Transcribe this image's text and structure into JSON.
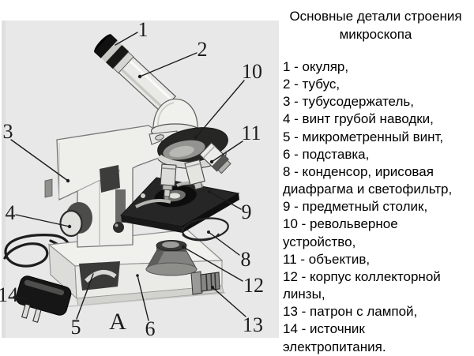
{
  "panel": {
    "title": "Основные детали строения микроскопа"
  },
  "legend": {
    "lines": [
      "1 - окуляр,",
      "2 - тубус,",
      "3 - тубусодержатель,",
      "4 - винт грубой наводки,",
      "5 - микрометренный винт,",
      "6 - подставка,",
      "8 - конденсор, ирисовая",
      "диафрагма и светофильтр,",
      "9 - предметный столик,",
      "10 - револьверное",
      "устройство,",
      "11 - объектив,",
      "12 - корпус коллекторной",
      "линзы,",
      "13 - патрон с лампой,",
      "14 - источник",
      "электропитания."
    ]
  },
  "diagram": {
    "figure_label": "А",
    "callouts": {
      "c1": "1",
      "c2": "2",
      "c3": "3",
      "c4": "4",
      "c5": "5",
      "c6": "6",
      "c8": "8",
      "c9": "9",
      "c10": "10",
      "c11": "11",
      "c12": "12",
      "c13": "13",
      "c14": "14"
    }
  },
  "colors": {
    "page_bg": "#ffffff",
    "figure_bg": "#e8e8e8",
    "ink": "#1c1c1c",
    "stage_dark": "#262626"
  }
}
